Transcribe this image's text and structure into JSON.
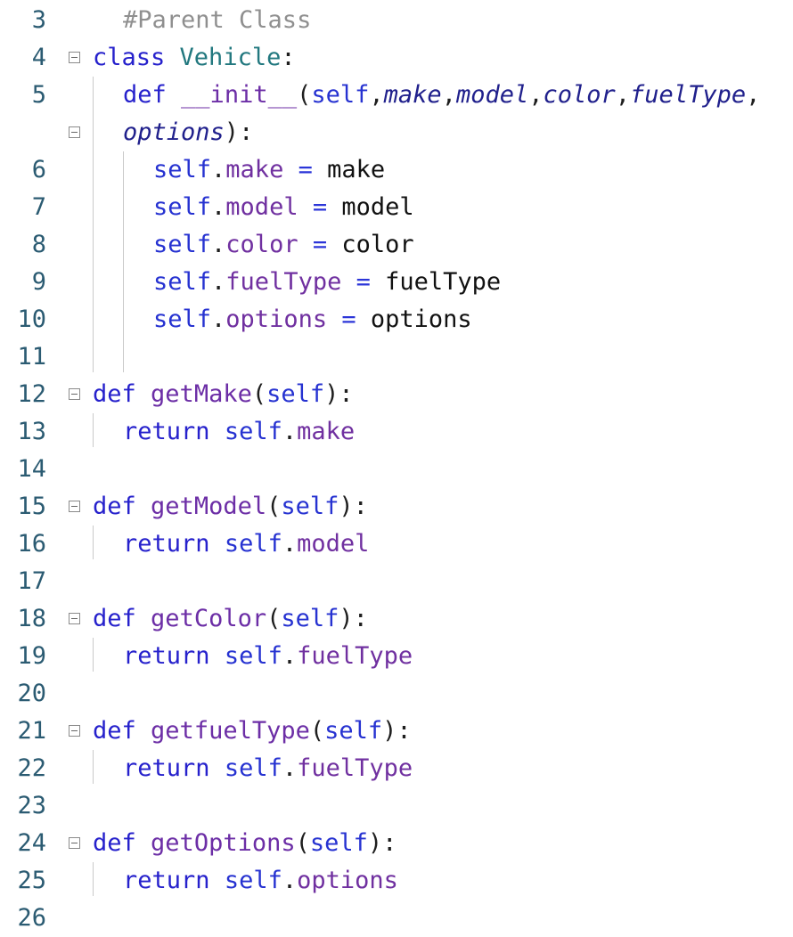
{
  "editor": {
    "lines": [
      {
        "number": "3",
        "fold": false,
        "indent": 1,
        "tokens": [
          {
            "t": "#Parent Class",
            "c": "comment"
          }
        ]
      },
      {
        "number": "4",
        "fold": true,
        "indent": 0,
        "tokens": [
          {
            "t": "class",
            "c": "kw"
          },
          {
            "t": " ",
            "c": "punc"
          },
          {
            "t": "Vehicle",
            "c": "class"
          },
          {
            "t": ":",
            "c": "punc"
          }
        ]
      },
      {
        "number": "5",
        "fold": false,
        "indent": 1,
        "tokens": [
          {
            "t": "def",
            "c": "kw"
          },
          {
            "t": " ",
            "c": "punc"
          },
          {
            "t": "__init__",
            "c": "fn"
          },
          {
            "t": "(",
            "c": "punc"
          },
          {
            "t": "self",
            "c": "self"
          },
          {
            "t": ",",
            "c": "punc"
          },
          {
            "t": "make",
            "c": "param"
          },
          {
            "t": ",",
            "c": "punc"
          },
          {
            "t": "model",
            "c": "param"
          },
          {
            "t": ",",
            "c": "punc"
          },
          {
            "t": "color",
            "c": "param"
          },
          {
            "t": ",",
            "c": "punc"
          },
          {
            "t": "fuelType",
            "c": "param"
          },
          {
            "t": ",",
            "c": "punc"
          }
        ]
      },
      {
        "number": "",
        "fold": true,
        "indent": 1,
        "tokens": [
          {
            "t": "options",
            "c": "param"
          },
          {
            "t": ")",
            "c": "punc"
          },
          {
            "t": ":",
            "c": "punc"
          }
        ]
      },
      {
        "number": "6",
        "fold": false,
        "indent": 2,
        "tokens": [
          {
            "t": "self",
            "c": "self"
          },
          {
            "t": ".",
            "c": "punc"
          },
          {
            "t": "make",
            "c": "attr"
          },
          {
            "t": " = ",
            "c": "op"
          },
          {
            "t": "make",
            "c": "var"
          }
        ]
      },
      {
        "number": "7",
        "fold": false,
        "indent": 2,
        "tokens": [
          {
            "t": "self",
            "c": "self"
          },
          {
            "t": ".",
            "c": "punc"
          },
          {
            "t": "model",
            "c": "attr"
          },
          {
            "t": " = ",
            "c": "op"
          },
          {
            "t": "model",
            "c": "var"
          }
        ]
      },
      {
        "number": "8",
        "fold": false,
        "indent": 2,
        "tokens": [
          {
            "t": "self",
            "c": "self"
          },
          {
            "t": ".",
            "c": "punc"
          },
          {
            "t": "color",
            "c": "attr"
          },
          {
            "t": " = ",
            "c": "op"
          },
          {
            "t": "color",
            "c": "var"
          }
        ]
      },
      {
        "number": "9",
        "fold": false,
        "indent": 2,
        "tokens": [
          {
            "t": "self",
            "c": "self"
          },
          {
            "t": ".",
            "c": "punc"
          },
          {
            "t": "fuelType",
            "c": "attr"
          },
          {
            "t": " = ",
            "c": "op"
          },
          {
            "t": "fuelType",
            "c": "var"
          }
        ]
      },
      {
        "number": "10",
        "fold": false,
        "indent": 2,
        "tokens": [
          {
            "t": "self",
            "c": "self"
          },
          {
            "t": ".",
            "c": "punc"
          },
          {
            "t": "options",
            "c": "attr"
          },
          {
            "t": " = ",
            "c": "op"
          },
          {
            "t": "options",
            "c": "var"
          }
        ]
      },
      {
        "number": "11",
        "fold": false,
        "indent": 0,
        "tokens": []
      },
      {
        "number": "12",
        "fold": true,
        "indent": 0,
        "tokens": [
          {
            "t": "def",
            "c": "kw"
          },
          {
            "t": " ",
            "c": "punc"
          },
          {
            "t": "getMake",
            "c": "fn"
          },
          {
            "t": "(",
            "c": "punc"
          },
          {
            "t": "self",
            "c": "self"
          },
          {
            "t": "):",
            "c": "punc"
          }
        ]
      },
      {
        "number": "13",
        "fold": false,
        "indent": 1,
        "tokens": [
          {
            "t": "return",
            "c": "kw"
          },
          {
            "t": " ",
            "c": "punc"
          },
          {
            "t": "self",
            "c": "self"
          },
          {
            "t": ".",
            "c": "punc"
          },
          {
            "t": "make",
            "c": "attr"
          }
        ]
      },
      {
        "number": "14",
        "fold": false,
        "indent": 0,
        "tokens": []
      },
      {
        "number": "15",
        "fold": true,
        "indent": 0,
        "tokens": [
          {
            "t": "def",
            "c": "kw"
          },
          {
            "t": " ",
            "c": "punc"
          },
          {
            "t": "getModel",
            "c": "fn"
          },
          {
            "t": "(",
            "c": "punc"
          },
          {
            "t": "self",
            "c": "self"
          },
          {
            "t": "):",
            "c": "punc"
          }
        ]
      },
      {
        "number": "16",
        "fold": false,
        "indent": 1,
        "tokens": [
          {
            "t": "return",
            "c": "kw"
          },
          {
            "t": " ",
            "c": "punc"
          },
          {
            "t": "self",
            "c": "self"
          },
          {
            "t": ".",
            "c": "punc"
          },
          {
            "t": "model",
            "c": "attr"
          }
        ]
      },
      {
        "number": "17",
        "fold": false,
        "indent": 0,
        "tokens": []
      },
      {
        "number": "18",
        "fold": true,
        "indent": 0,
        "tokens": [
          {
            "t": "def",
            "c": "kw"
          },
          {
            "t": " ",
            "c": "punc"
          },
          {
            "t": "getColor",
            "c": "fn"
          },
          {
            "t": "(",
            "c": "punc"
          },
          {
            "t": "self",
            "c": "self"
          },
          {
            "t": "):",
            "c": "punc"
          }
        ]
      },
      {
        "number": "19",
        "fold": false,
        "indent": 1,
        "tokens": [
          {
            "t": "return",
            "c": "kw"
          },
          {
            "t": " ",
            "c": "punc"
          },
          {
            "t": "self",
            "c": "self"
          },
          {
            "t": ".",
            "c": "punc"
          },
          {
            "t": "fuelType",
            "c": "attr"
          }
        ]
      },
      {
        "number": "20",
        "fold": false,
        "indent": 0,
        "tokens": []
      },
      {
        "number": "21",
        "fold": true,
        "indent": 0,
        "tokens": [
          {
            "t": "def",
            "c": "kw"
          },
          {
            "t": " ",
            "c": "punc"
          },
          {
            "t": "getfuelType",
            "c": "fn"
          },
          {
            "t": "(",
            "c": "punc"
          },
          {
            "t": "self",
            "c": "self"
          },
          {
            "t": "):",
            "c": "punc"
          }
        ]
      },
      {
        "number": "22",
        "fold": false,
        "indent": 1,
        "tokens": [
          {
            "t": "return",
            "c": "kw"
          },
          {
            "t": " ",
            "c": "punc"
          },
          {
            "t": "self",
            "c": "self"
          },
          {
            "t": ".",
            "c": "punc"
          },
          {
            "t": "fuelType",
            "c": "attr"
          }
        ]
      },
      {
        "number": "23",
        "fold": false,
        "indent": 0,
        "tokens": []
      },
      {
        "number": "24",
        "fold": true,
        "indent": 0,
        "tokens": [
          {
            "t": "def",
            "c": "kw"
          },
          {
            "t": " ",
            "c": "punc"
          },
          {
            "t": "getOptions",
            "c": "fn"
          },
          {
            "t": "(",
            "c": "punc"
          },
          {
            "t": "self",
            "c": "self"
          },
          {
            "t": "):",
            "c": "punc"
          }
        ]
      },
      {
        "number": "25",
        "fold": false,
        "indent": 1,
        "tokens": [
          {
            "t": "return",
            "c": "kw"
          },
          {
            "t": " ",
            "c": "punc"
          },
          {
            "t": "self",
            "c": "self"
          },
          {
            "t": ".",
            "c": "punc"
          },
          {
            "t": "options",
            "c": "attr"
          }
        ]
      },
      {
        "number": "26",
        "fold": false,
        "indent": 0,
        "tokens": []
      }
    ],
    "guides": [
      {
        "level": 1,
        "from": 2,
        "to": 9
      },
      {
        "level": 2,
        "from": 4,
        "to": 9
      },
      {
        "level": 1,
        "from": 11,
        "to": 11
      },
      {
        "level": 1,
        "from": 14,
        "to": 14
      },
      {
        "level": 1,
        "from": 17,
        "to": 17
      },
      {
        "level": 1,
        "from": 20,
        "to": 20
      },
      {
        "level": 1,
        "from": 23,
        "to": 23
      }
    ]
  }
}
